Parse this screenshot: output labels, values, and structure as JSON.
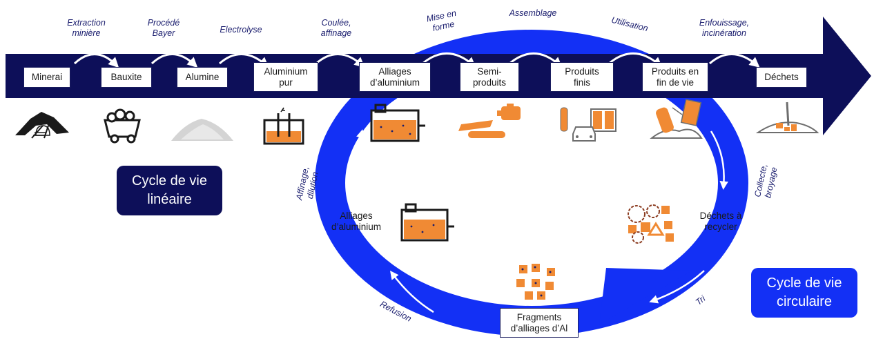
{
  "colors": {
    "linear_arrow": "#0d0f59",
    "circular_ring": "#1330f5",
    "accent_orange": "#f08a34",
    "step_text": "#1a1d6e"
  },
  "linear": {
    "boxes": [
      "Minerai",
      "Bauxite",
      "Alumine",
      "Aluminium\npur",
      "Alliages\nd’aluminium",
      "Semi-\nproduits",
      "Produits\nfinis",
      "Produits en\nfin de vie",
      "Déchets"
    ],
    "steps": [
      "Extraction\nminière",
      "Procédé\nBayer",
      "Electrolyse",
      "Coulée,\naffinage",
      "Mise en\nforme",
      "Assemblage",
      "Utilisation",
      "Enfouissage,\nincinération"
    ]
  },
  "circular": {
    "boxes": [
      "Déchets à\nrecycler",
      "Fragments\nd’alliages d’Al",
      "Alliages\nd’aluminium"
    ],
    "steps": [
      "Collecte,\nbroyage",
      "Tri",
      "Refusion",
      "Affinage,\ndilution"
    ]
  },
  "legend": {
    "linear": "Cycle de vie\nlinéaire",
    "circular": "Cycle de vie\ncirculaire"
  },
  "icons": [
    "mine-icon",
    "ore-cart-icon",
    "alumina-powder-icon",
    "electrolysis-cell-icon",
    "furnace-icon",
    "semi-products-icon",
    "finished-products-icon",
    "end-of-life-products-icon",
    "landfill-icon",
    "waste-pile-icon",
    "fragments-icon",
    "furnace-icon"
  ]
}
